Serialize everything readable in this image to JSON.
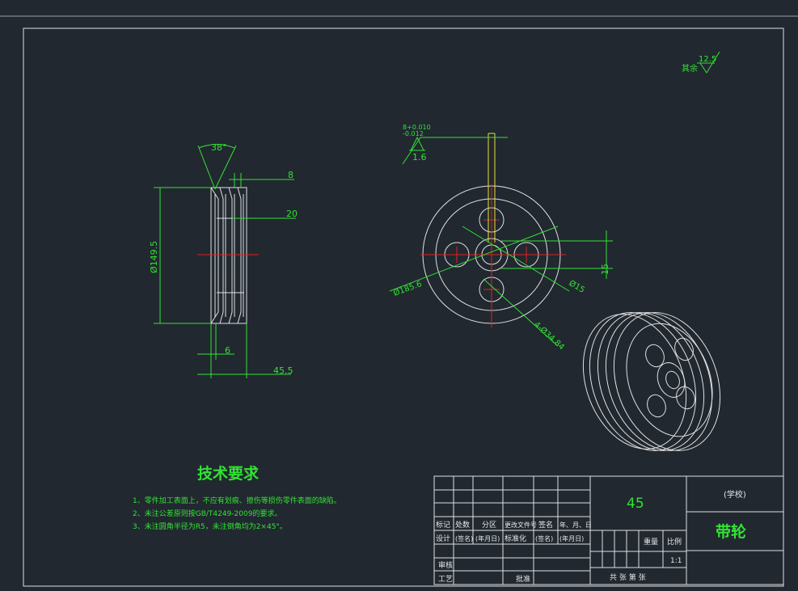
{
  "drawing": {
    "surface_finish": {
      "label": "其余",
      "value": "12.5"
    },
    "front_view": {
      "angle": "38°",
      "dim_top": "8",
      "dim_groove": "20",
      "diameter": "Ø149.5",
      "dim_bottom_small": "6",
      "dim_bottom_total": "45.5"
    },
    "side_view": {
      "tolerance_upper": "8+0.010",
      "tolerance_lower": "-0.012",
      "roughness": "1.6",
      "dim_right": "15",
      "diameter_outer": "Ø185.6",
      "diameter_hub": "Ø15",
      "holes": "4-Ø34.84"
    },
    "tech_requirements": {
      "title": "技术要求",
      "items": [
        "1、零件加工表面上，不应有划痕、擦伤等损伤零件表面的缺陷。",
        "2、未注公差原则按GB/T4249-2009的要求。",
        "3、未注圆角半径为R5，未注倒角均为2×45°。"
      ]
    },
    "title_block": {
      "material": "45",
      "school": "(学校)",
      "part_name": "带轮",
      "row_headers": [
        "标记",
        "处数",
        "分区",
        "更改文件号",
        "签名",
        "年、月、日"
      ],
      "design_row": [
        "设计",
        "(签名)",
        "(年月日)",
        "标准化",
        "(签名)",
        "(年月日)"
      ],
      "weight_label": "重量",
      "scale_label": "比例",
      "scale_value": "1:1",
      "review_label": "审核",
      "process_label": "工艺",
      "approve_label": "批准",
      "sheet_info": "共  张  第  张"
    }
  }
}
